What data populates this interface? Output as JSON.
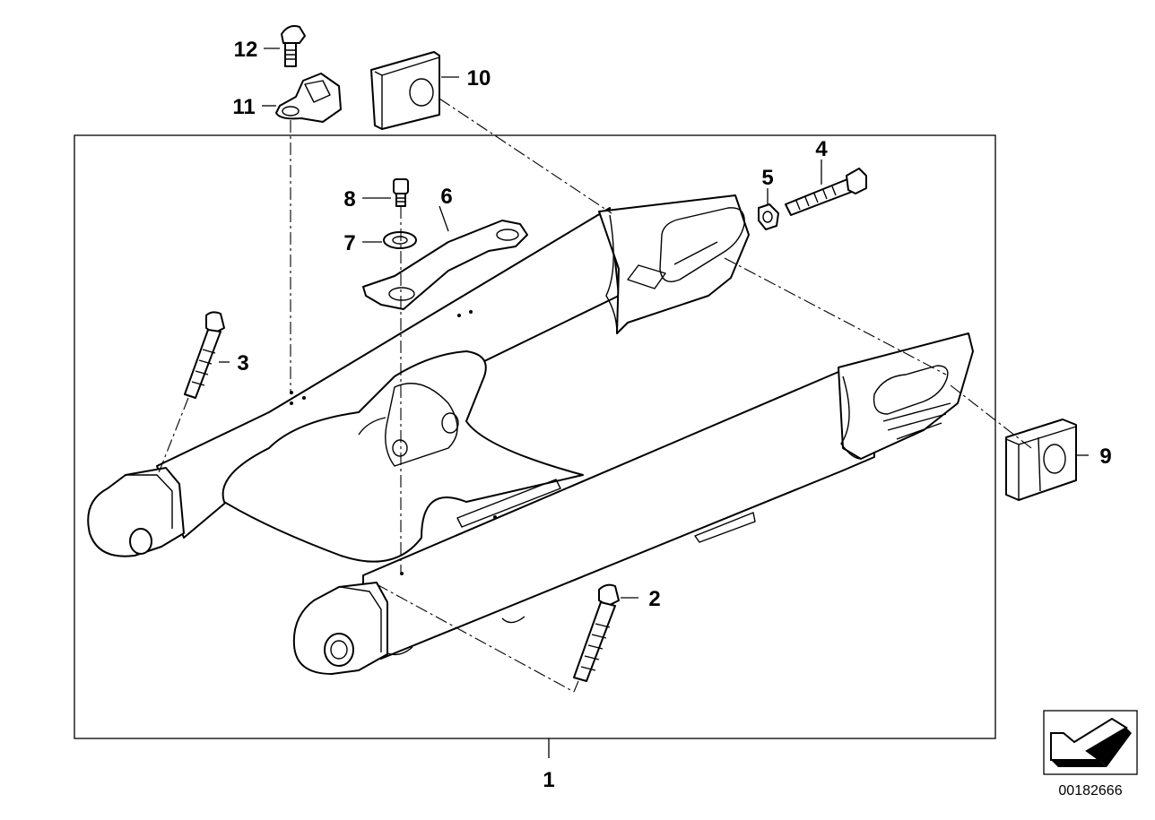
{
  "diagram": {
    "drawing_number": "00182666",
    "callouts": [
      {
        "id": "c1",
        "label": "1"
      },
      {
        "id": "c2",
        "label": "2"
      },
      {
        "id": "c3",
        "label": "3"
      },
      {
        "id": "c4",
        "label": "4"
      },
      {
        "id": "c5",
        "label": "5"
      },
      {
        "id": "c6",
        "label": "6"
      },
      {
        "id": "c7",
        "label": "7"
      },
      {
        "id": "c8",
        "label": "8"
      },
      {
        "id": "c9",
        "label": "9"
      },
      {
        "id": "c10",
        "label": "10"
      },
      {
        "id": "c11",
        "label": "11"
      },
      {
        "id": "c12",
        "label": "12"
      }
    ],
    "icons": {
      "orientation": "arrow-orientation-icon"
    },
    "colors": {
      "line": "#000000",
      "background": "#ffffff"
    }
  }
}
